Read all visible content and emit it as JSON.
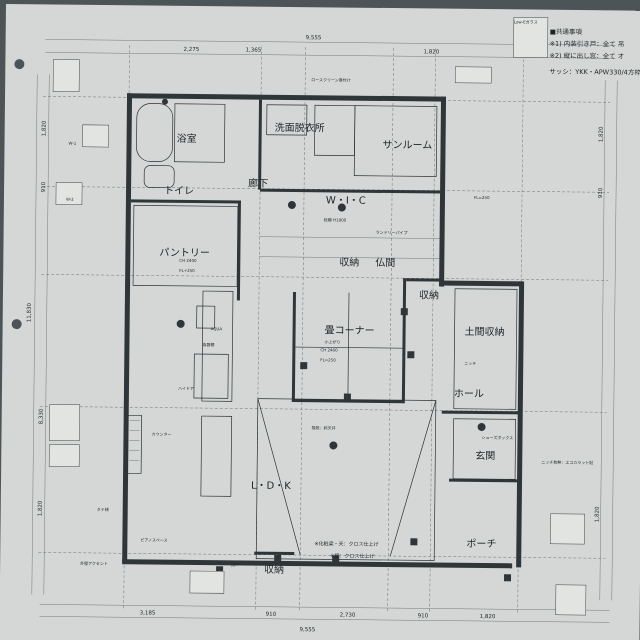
{
  "notes": {
    "heading": "■共通事項",
    "line1": "※1) 内装引き戸：全て 吊",
    "line2": "※2) 縦に出し窓：全て オ",
    "sash": "サッシ：YKK・APW330/4方枠"
  },
  "dimensions": {
    "top_total": "9,555",
    "top_a": "2,275",
    "top_b": "1,365",
    "top_c": "1,820",
    "bottom_total": "9,555",
    "bottom_a": "3,185",
    "bottom_b": "910",
    "bottom_c": "2,730",
    "bottom_d": "910",
    "bottom_e": "1,820",
    "left_total": "11,830",
    "left_a": "1,820",
    "left_b": "910",
    "left_c": "8,330",
    "left_d": "1,820",
    "right_a": "1,820",
    "right_b": "910",
    "right_c": "1,820"
  },
  "rooms": {
    "bath": "浴室",
    "washroom": "洗面脱衣所",
    "sunroom": "サンルーム",
    "toilet": "トイレ",
    "hallway": "廊下",
    "wic": "W・I・C",
    "pantry": "パントリー",
    "storage": "収納",
    "butsuma": "仏間",
    "storage2": "収納",
    "doma_storage": "土間収納",
    "tatami_corner": "畳コーナー",
    "hall": "ホール",
    "entrance": "玄関",
    "ldk": "L・D・K",
    "storage3": "収納",
    "porch": "ポーチ"
  },
  "labels": {
    "lowe_glass": "Low-Eガラス",
    "ceiling_h": "CH 2400",
    "floor": "FL=250",
    "ceiling_h2": "CH 2400",
    "floor2": "FL+250",
    "tatami_note": "小上がり",
    "hanging_door": "ハイドア",
    "outer_wall": "外壁アクセント",
    "piano_space": "ピアノスペース",
    "cross_note": "※化粧梁・天：クロス仕上げ",
    "cross_note2": "※壁：クロス仕上げ",
    "niche": "ニッチ",
    "dining": "食器棚",
    "counter": "カウンター",
    "sliding": "引戸",
    "shoes": "シューズボックス",
    "tata": "タテ桟",
    "aqua": "AQUA",
    "alcove_note": "ニッチ有無：エコカラット貼",
    "ceiling_note": "階段：斜天井",
    "fl_note": "FL=250",
    "laundry": "ランドリーパイプ",
    "shelf": "枕棚 H1800",
    "rope": "ロースクリーン巻付け",
    "window_a": "W-1",
    "window_b": "W-2"
  }
}
